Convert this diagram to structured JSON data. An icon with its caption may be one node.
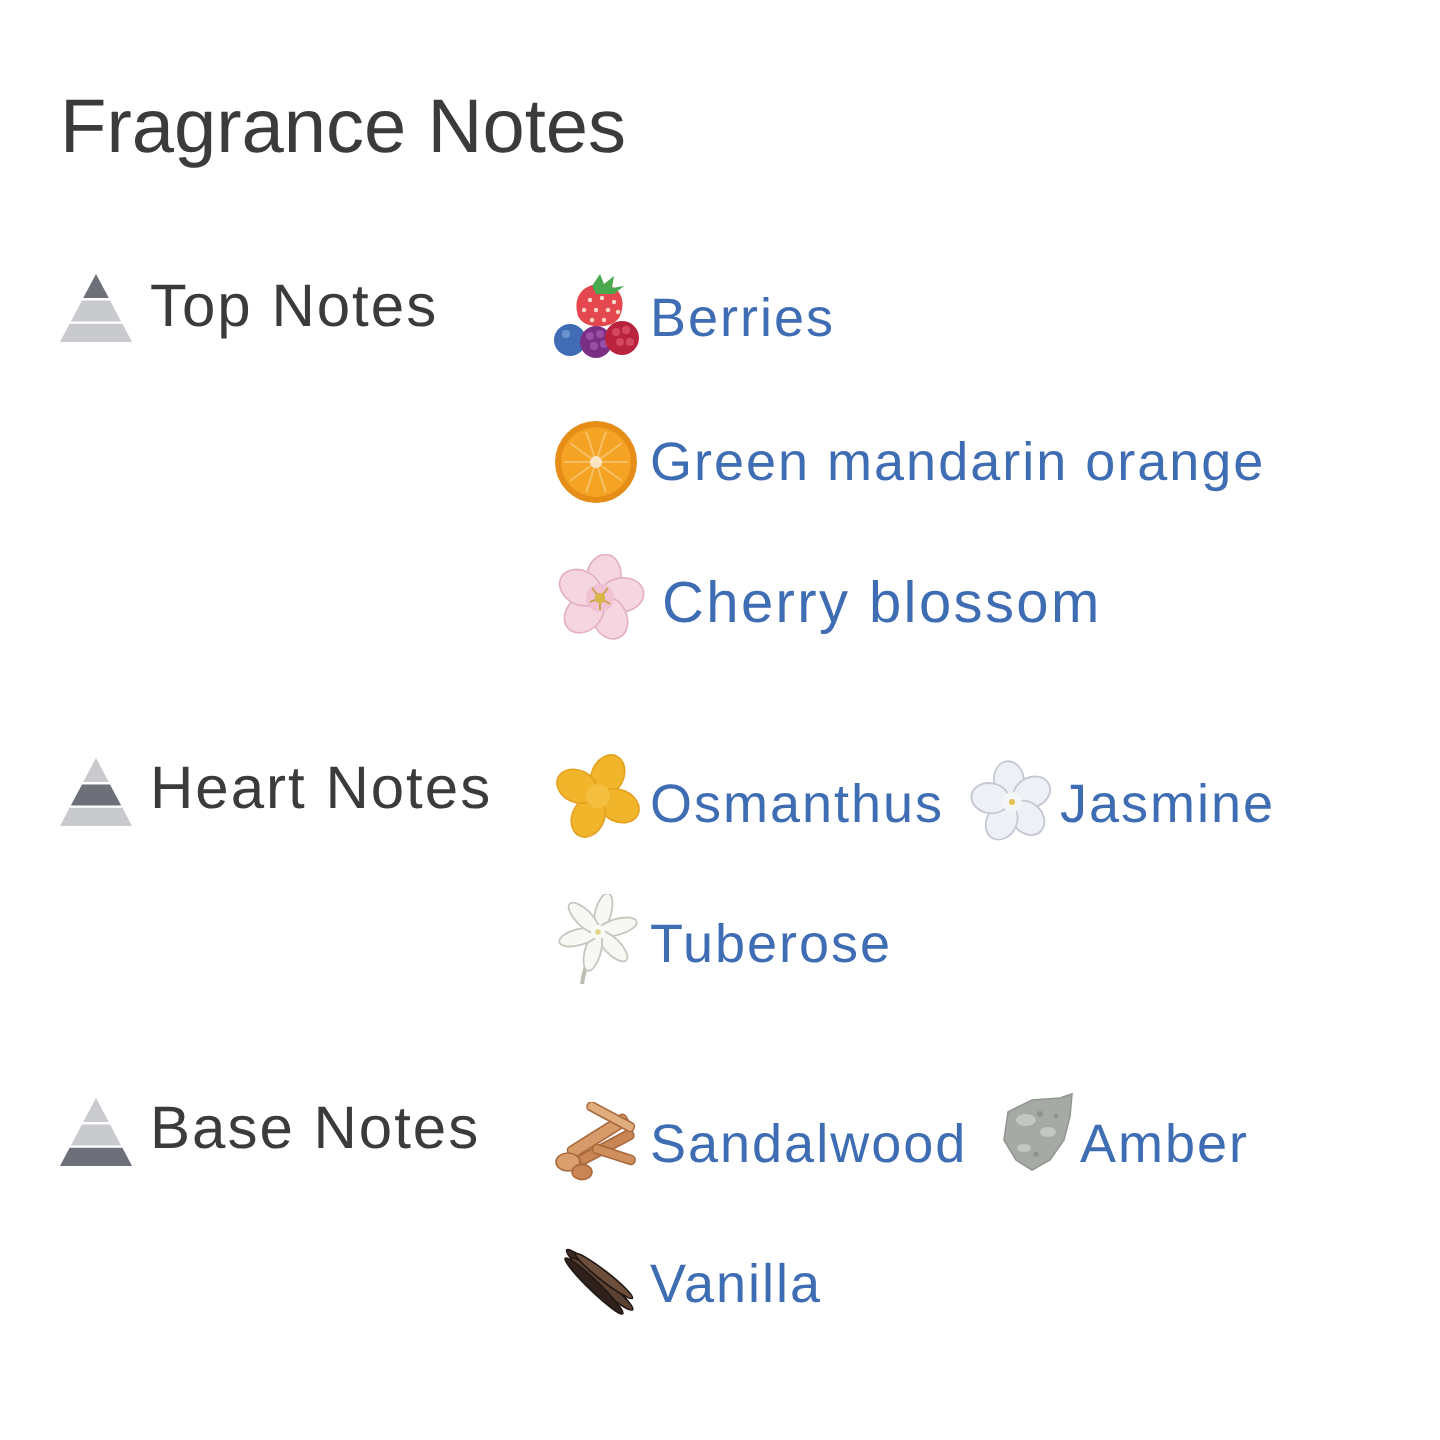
{
  "diagram": {
    "title": "Fragrance Notes",
    "labels": [
      "Top Notes",
      "Berries",
      "Green mandarin orange",
      "Cherry blossom",
      "Heart Notes",
      "Osmanthus",
      "Jasmine",
      "Tuberose",
      "Base Notes",
      "Sandalwood",
      "Amber",
      "Vanilla"
    ]
  }
}
